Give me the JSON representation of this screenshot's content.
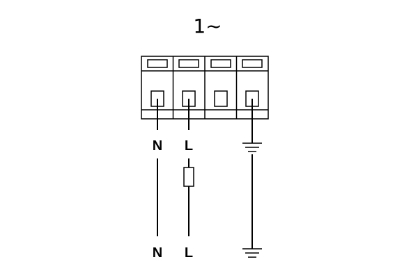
{
  "title": "1~",
  "terminal_labels": {
    "top": [
      "N",
      "L"
    ],
    "bottom": [
      "N",
      "L"
    ]
  },
  "terminal_count": 4,
  "components": {
    "fuse": "fuse-on-L-line",
    "earth": "ground-symbol"
  }
}
